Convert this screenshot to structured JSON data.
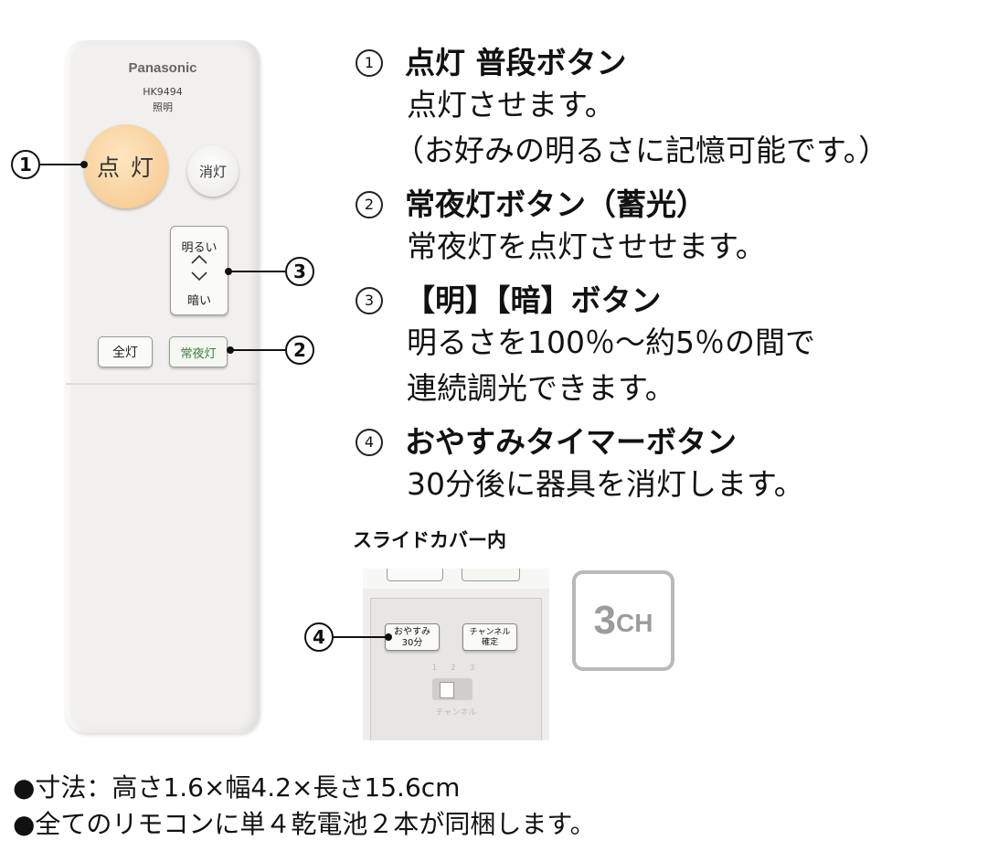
{
  "remote": {
    "brand": "Panasonic",
    "model": "HK9494",
    "model_sub": "照明",
    "btn_on": "点 灯",
    "btn_off": "消灯",
    "btn_dim_top": "明るい",
    "btn_dim_up": "^",
    "btn_dim_down": "v",
    "btn_dim_bottom": "暗い",
    "btn_full": "全灯",
    "btn_night": "常夜灯"
  },
  "callouts": [
    "1",
    "2",
    "3",
    "4"
  ],
  "items": [
    {
      "num": "1",
      "title": "点灯 普段ボタン",
      "lines": [
        "点灯させます。",
        "（お好みの明るさに記憶可能です。）"
      ]
    },
    {
      "num": "2",
      "title": "常夜灯ボタン（蓄光）",
      "lines": [
        "常夜灯を点灯させせます。"
      ]
    },
    {
      "num": "3",
      "title": "【明】【暗】ボタン",
      "lines": [
        "明るさを100％～約5％の間で",
        "連続調光できます。"
      ]
    },
    {
      "num": "4",
      "title": "おやすみタイマーボタン",
      "lines": [
        "30分後に器具を消灯します。"
      ]
    }
  ],
  "slide_cover": {
    "title": "スライドカバー内",
    "btn_sleep_1": "おやすみ",
    "btn_sleep_2": "30分",
    "btn_channel_1": "チャンネル",
    "btn_channel_2": "確定",
    "ticks": "1 2 3",
    "switch_label": "チャンネル"
  },
  "channel_badge": {
    "num": "3",
    "unit": "CH"
  },
  "specs": [
    "●寸法：高さ1.6×幅4.2×長さ15.6cm",
    "●全てのリモコンに単４乾電池２本が同梱します。"
  ]
}
